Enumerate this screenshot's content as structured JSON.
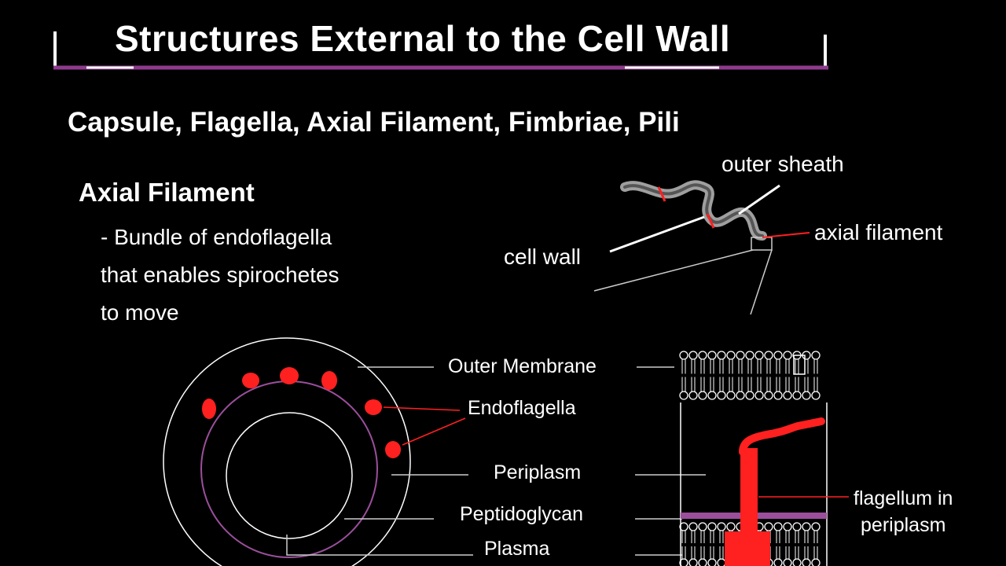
{
  "title": "Structures External to the Cell Wall",
  "subtitle": "Capsule, Flagella, Axial Filament, Fimbriae, Pili",
  "section": {
    "heading": "Axial Filament",
    "bullets": [
      "- Bundle of endoflagella",
      "that enables spirochetes",
      "to move"
    ]
  },
  "spirochete_labels": {
    "outer_sheath": "outer sheath",
    "axial_filament": "axial filament",
    "cell_wall": "cell wall"
  },
  "cross_section_labels": {
    "outer_membrane": "Outer Membrane",
    "endoflagella": "Endoflagella",
    "periplasm": "Periplasm",
    "peptidoglycan": "Peptidoglycan",
    "plasma": "Plasma"
  },
  "detail_labels": {
    "flagellum_line1": "flagellum in",
    "flagellum_line2": "periplasm"
  },
  "colors": {
    "background": "#000000",
    "text": "#ffffff",
    "accent_purple": "#8e3a8e",
    "flagella_red": "#ff2020"
  }
}
